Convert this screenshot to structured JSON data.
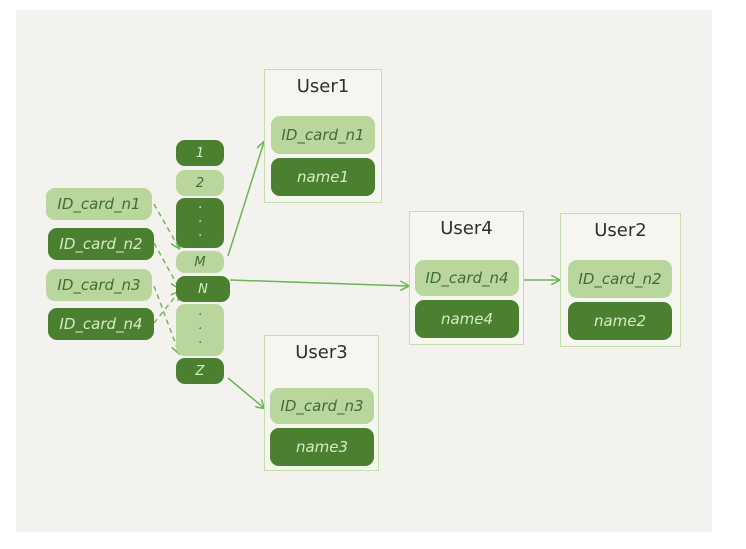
{
  "input_keys": [
    "ID_card_n1",
    "ID_card_n2",
    "ID_card_n3",
    "ID_card_n4"
  ],
  "hash_slots": {
    "first": "1",
    "second": "2",
    "ellipsis": "·",
    "m": "M",
    "n": "N",
    "last": "Z"
  },
  "users": {
    "user1": {
      "title": "User1",
      "id": "ID_card_n1",
      "name": "name1"
    },
    "user4": {
      "title": "User4",
      "id": "ID_card_n4",
      "name": "name4"
    },
    "user2": {
      "title": "User2",
      "id": "ID_card_n2",
      "name": "name2"
    },
    "user3": {
      "title": "User3",
      "id": "ID_card_n3",
      "name": "name3"
    }
  },
  "colors": {
    "light_green": "#b9d79d",
    "dark_green": "#4b8030",
    "arrow": "#6cb552",
    "background": "#f3f2ee"
  }
}
